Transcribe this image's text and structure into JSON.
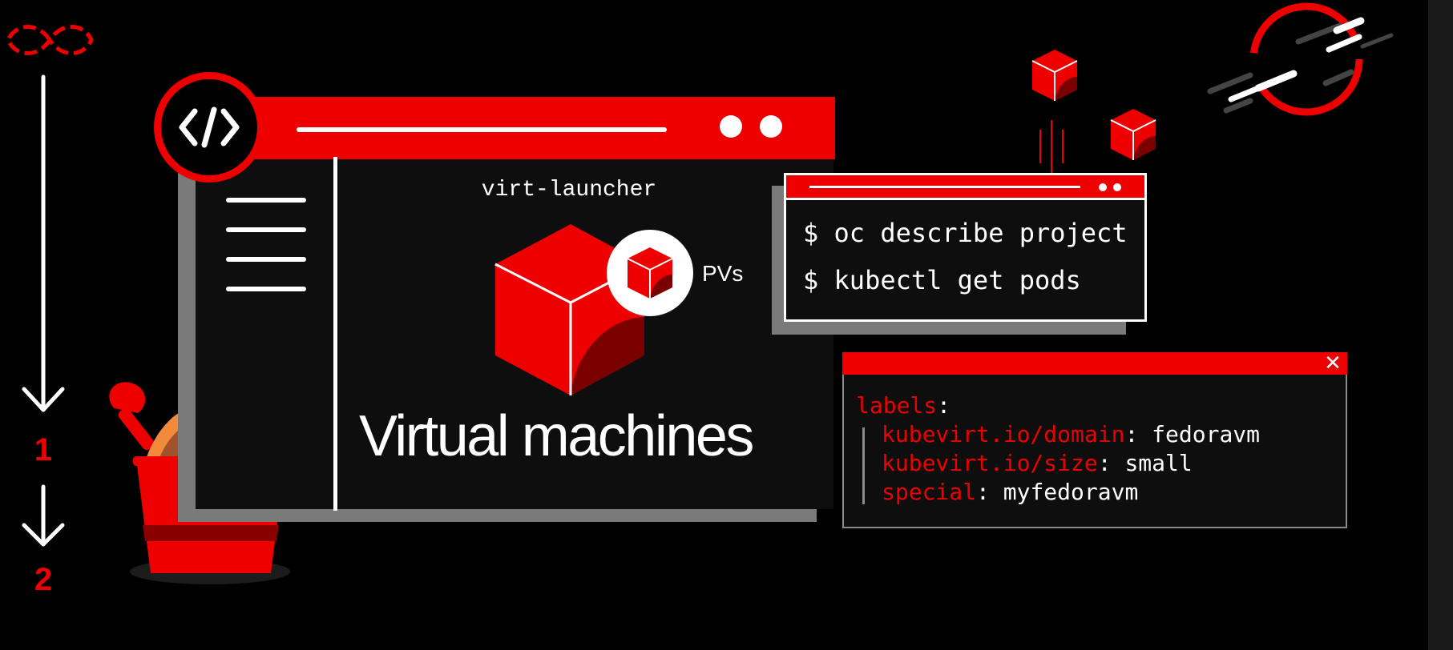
{
  "colors": {
    "accent": "#ee0000",
    "dark_red": "#7a0000",
    "background": "#000000",
    "panel": "#0e0e0e",
    "shadow_gray": "#7a7a7a",
    "bucket_orange": "#f28a3b",
    "bucket_brown": "#a0522d"
  },
  "icons": {
    "infinity": "infinity-icon",
    "code": "code-icon",
    "cube": "cube-icon",
    "shovel": "shovel-icon",
    "bucket": "bucket-icon",
    "refresh": "refresh-icon",
    "close": "close-icon"
  },
  "flow": {
    "step1": "1",
    "step2": "2"
  },
  "main_window": {
    "title": "virt-launcher",
    "heading": "Virtual machines",
    "pvs_label": "PVs"
  },
  "terminal": {
    "lines": [
      "$ oc describe project",
      "$ kubectl get pods"
    ]
  },
  "yaml": {
    "close_glyph": "✕",
    "root_key": "labels",
    "entries": [
      {
        "key": "kubevirt.io/domain",
        "value": "fedoravm"
      },
      {
        "key": "kubevirt.io/size",
        "value": "small"
      },
      {
        "key": "special",
        "value": "myfedoravm"
      }
    ]
  }
}
